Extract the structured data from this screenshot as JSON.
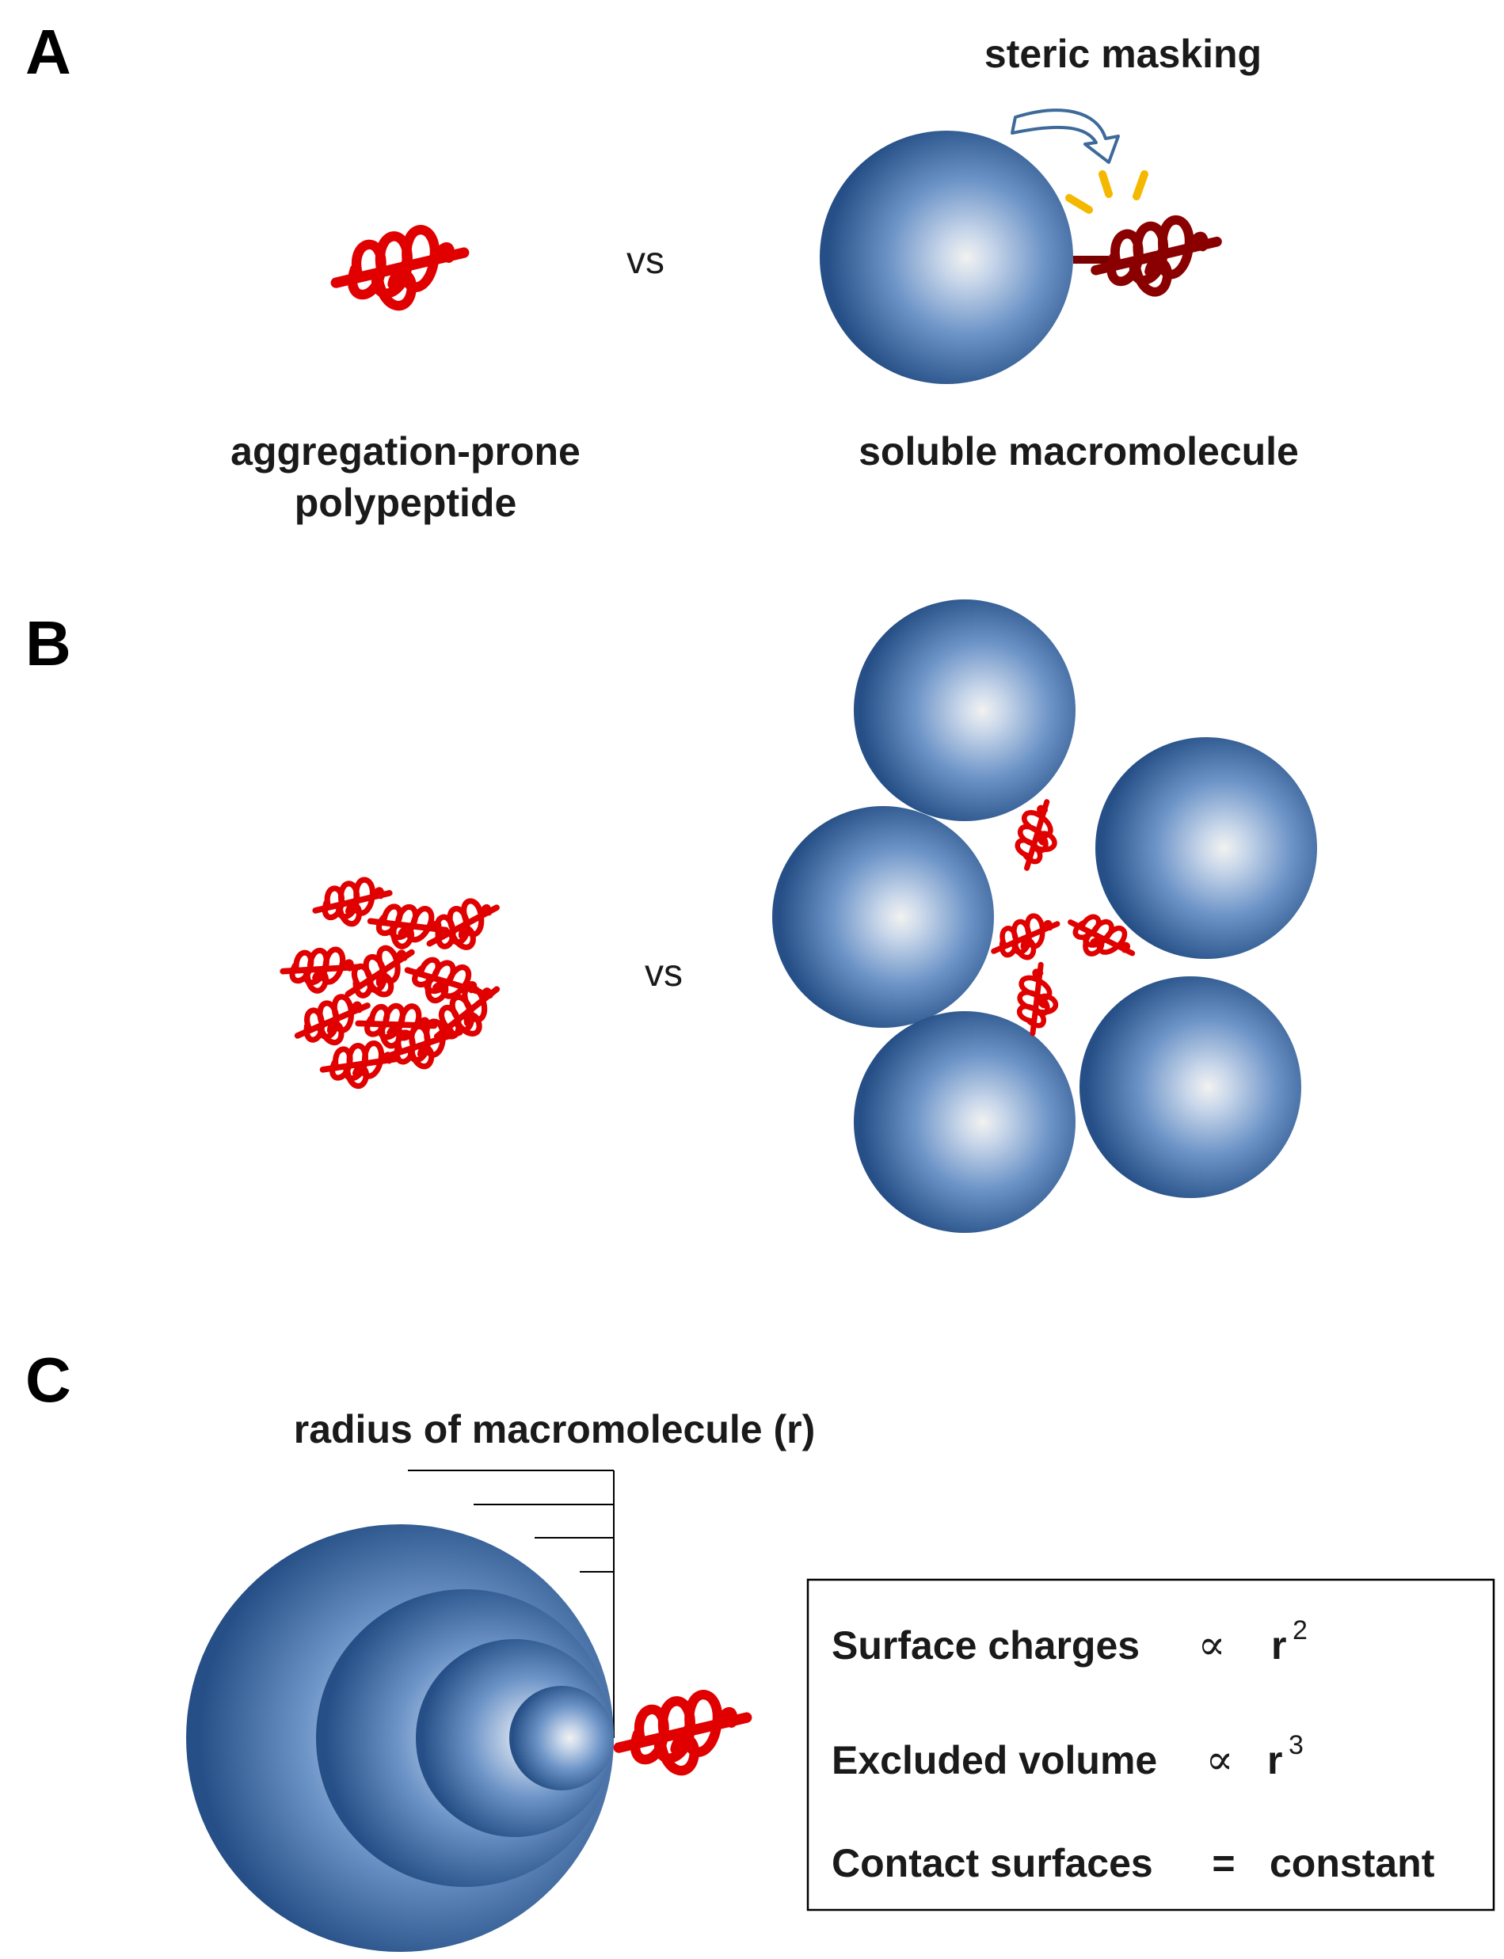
{
  "panels": {
    "a": {
      "letter": "A",
      "left_label_line1": "aggregation-prone",
      "left_label_line2": "polypeptide",
      "vs": "vs",
      "right_label": "soluble macromolecule",
      "annotation": "steric masking"
    },
    "b": {
      "letter": "B",
      "vs": "vs"
    },
    "c": {
      "letter": "C",
      "radius_label": "radius of macromolecule (r)",
      "relations": [
        {
          "lhs": "Surface charges",
          "op": "∝",
          "rhs": "r",
          "exp": "2"
        },
        {
          "lhs": "Excluded volume",
          "op": "∝",
          "rhs": "r",
          "exp": "3"
        },
        {
          "lhs": "Contact surfaces",
          "op": "=",
          "rhs": "constant",
          "exp": ""
        }
      ]
    }
  },
  "colors": {
    "sphere_highlight": "#eef0f2",
    "sphere_mid": "#6e95c8",
    "sphere_edge": "#254f86",
    "polypeptide": "#e00000",
    "polypeptide_masked": "#7a0000",
    "masking_rays": "#f5b800",
    "arrow_outline": "#3d6a9a"
  }
}
